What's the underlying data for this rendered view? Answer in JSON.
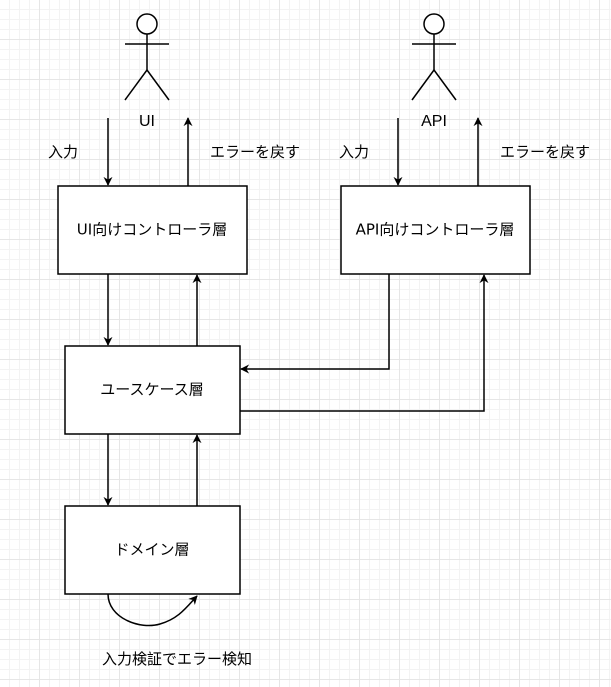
{
  "actors": {
    "ui": "UI",
    "api": "API"
  },
  "boxes": {
    "ui_controller": "UI向けコントローラ層",
    "api_controller": "API向けコントローラ層",
    "usecase": "ユースケース層",
    "domain": "ドメイン層"
  },
  "labels": {
    "ui_input": "入力",
    "ui_error": "エラーを戻す",
    "api_input": "入力",
    "api_error": "エラーを戻す",
    "domain_note": "入力検証でエラー検知"
  },
  "colors": {
    "line": "#000000",
    "box_fill": "#ffffff",
    "grid": "#e6e6e6"
  }
}
